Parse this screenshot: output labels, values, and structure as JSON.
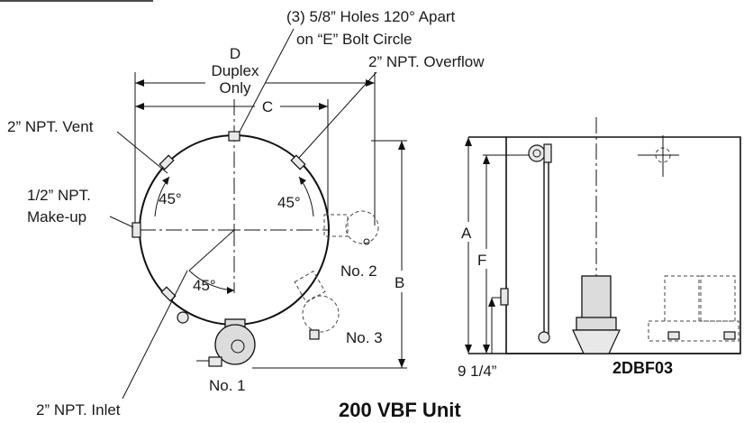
{
  "top_view": {
    "dim_d": "D",
    "dim_d_sub1": "Duplex",
    "dim_d_sub2": "Only",
    "dim_c": "C",
    "holes_line1": "(3) 5/8” Holes 120° Apart",
    "holes_line2": "on “E” Bolt Circle",
    "overflow": "2” NPT. Overflow",
    "vent": "2” NPT. Vent",
    "makeup_line1": "1/2” NPT.",
    "makeup_line2": "Make-up",
    "inlet": "2” NPT. Inlet",
    "angle_left": "45°",
    "angle_right": "45°",
    "angle_bottom": "45°",
    "pump_1": "No. 1",
    "pump_2": "No. 2",
    "pump_3": "No. 3",
    "dim_b": "B"
  },
  "side_view": {
    "dim_a": "A",
    "dim_f": "F",
    "dim_bottom": "9 1/4”",
    "model": "2DBF03"
  },
  "title": "200 VBF Unit"
}
